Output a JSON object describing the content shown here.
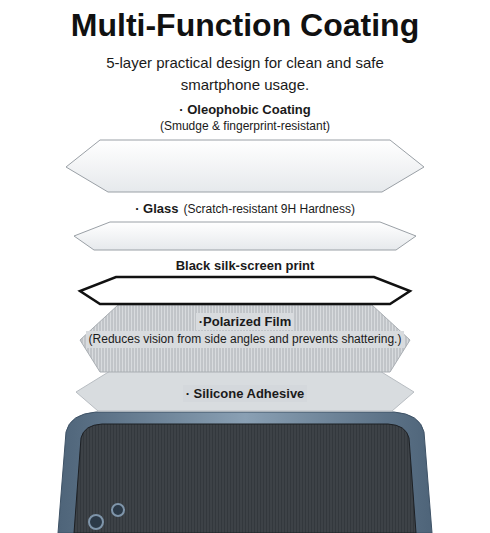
{
  "diagram": {
    "title": "Multi-Function Coating",
    "labels": [
      "5-layer practical design for clean and safe smartphone usage.",
      "· Oleophobic Coating",
      "(Smudge & fingerprint-resistant)",
      "· Glass",
      "(Scratch-resistant 9H Hardness)",
      "Black silk-screen print",
      "·Polarized Film",
      "(Reduces vision from side angles and prevents shattering.)",
      "· Silicone Adhesive"
    ]
  }
}
